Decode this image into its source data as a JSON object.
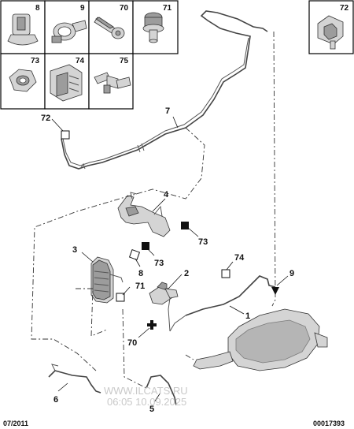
{
  "legend_cells": [
    {
      "label": "8",
      "icon": "clip-icon"
    },
    {
      "label": "9",
      "icon": "hose-clamp-icon"
    },
    {
      "label": "70",
      "icon": "bolt-icon"
    },
    {
      "label": "71",
      "icon": "knurled-screw-icon"
    },
    {
      "label": "73",
      "icon": "nut-icon"
    },
    {
      "label": "74",
      "icon": "clip-retainer-icon"
    },
    {
      "label": "75",
      "icon": "tube-connector-icon"
    }
  ],
  "legend_right": {
    "label": "72",
    "icon": "spring-clip-icon"
  },
  "callouts": {
    "c1": "1",
    "c2": "2",
    "c3": "3",
    "c4": "4",
    "c5": "5",
    "c6": "6",
    "c7": "7",
    "c8": "8",
    "c9": "9",
    "c70": "70",
    "c71": "71",
    "c72": "72",
    "c73a": "73",
    "c73b": "73",
    "c74": "74"
  },
  "footer": {
    "date": "07/2011",
    "ref": "00017393"
  },
  "watermark": {
    "line1": "WWW.ILCATS.RU",
    "line2": "06:05 10.09.2025"
  },
  "colors": {
    "line": "#333333",
    "part_fill": "#d4d4d4"
  }
}
